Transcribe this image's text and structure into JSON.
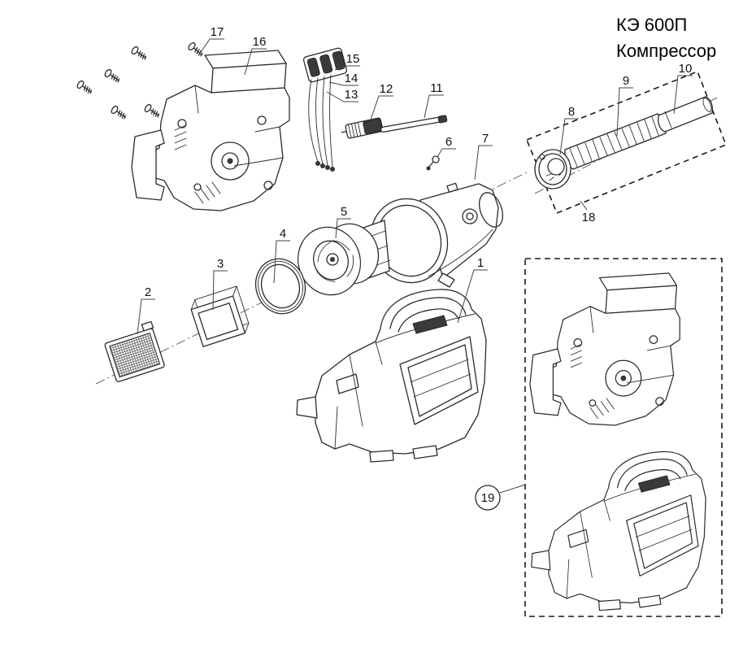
{
  "title": {
    "line1": "КЭ 600П",
    "line2": "Компрессор"
  },
  "callouts": {
    "c1": "1",
    "c2": "2",
    "c3": "3",
    "c4": "4",
    "c5": "5",
    "c6": "6",
    "c7": "7",
    "c8": "8",
    "c9": "9",
    "c10": "10",
    "c11": "11",
    "c12": "12",
    "c13": "13",
    "c14": "14",
    "c15": "15",
    "c16": "16",
    "c17": "17",
    "c18": "18",
    "c19": "19"
  },
  "colors": {
    "ink": "#2b2b2b",
    "dark_fill": "#3a3a3a",
    "background": "#ffffff"
  }
}
